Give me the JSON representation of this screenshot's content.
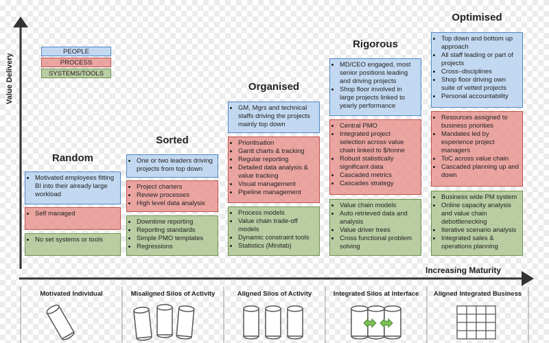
{
  "axes": {
    "y_label": "Value Delivery",
    "x_label": "Increasing Maturity"
  },
  "legend": {
    "people": "PEOPLE",
    "process": "PROCESS",
    "tools": "SYSTEMS/TOOLS"
  },
  "stages": [
    {
      "title": "Random",
      "people": [
        "Motivated employees fitting BI into their already large workload"
      ],
      "process": [
        "Self managed"
      ],
      "tools": [
        "No set systems or tools"
      ],
      "footer": "Motivated Individual"
    },
    {
      "title": "Sorted",
      "people": [
        "One or two leaders driving projects from top down"
      ],
      "process": [
        "Project charters",
        "Review processes",
        "High level data analysis"
      ],
      "tools": [
        "Downtime reporting",
        "Reporting standards",
        "Simple PMO templates",
        "Regressions"
      ],
      "footer": "Misaligned Silos of Activity"
    },
    {
      "title": "Organised",
      "people": [
        "GM, Mgrs and technical staffs driving the projects mainly top down"
      ],
      "process": [
        "Prioritisation",
        "Gantt charts & tracking",
        "Regular reporting",
        "Detailed data analysis & value tracking",
        "Visual management",
        "Pipeline management"
      ],
      "tools": [
        "Process models",
        "Value chain trade-off models",
        "Dynamic constraint tools",
        "Statistics (Minitab)"
      ],
      "footer": "Aligned Silos of Activity"
    },
    {
      "title": "Rigorous",
      "people": [
        "MD/CEO engaged, most senior positions leading and driving projects",
        "Shop floor involved in large projects linked to yearly performance"
      ],
      "process": [
        "Central PMO",
        "Integrated project selection across value chain linked to $/tonne",
        "Robust statistically significant data",
        "Cascaded metrics",
        "Cascades strategy"
      ],
      "tools": [
        "Value chain models",
        "Auto retrieved data and analysis",
        "Value driver trees",
        "Cross functional problem solving"
      ],
      "footer": "Integrated Silos at Interface"
    },
    {
      "title": "Optimised",
      "people": [
        "Top down and bottom up approach",
        "All staff leading or part of projects",
        "Cross–disciplines",
        "Shop floor driving own suite of vetted projects",
        "Personal accountability"
      ],
      "process": [
        "Resources assigned to business priorities",
        "Mandates led by experience project managers",
        "ToC across value chain",
        "Cascaded planning up and down"
      ],
      "tools": [
        "Business wide PM system",
        "Online capacity analysis and value chain debottlenecking",
        "Iterative scenario analysis",
        "Integrated sales & operations planning"
      ],
      "footer": "Aligned Integrated Business"
    }
  ],
  "colors": {
    "people": "#bed6f0",
    "process": "#e89692",
    "tools": "#b0c696",
    "axis": "#333333"
  }
}
